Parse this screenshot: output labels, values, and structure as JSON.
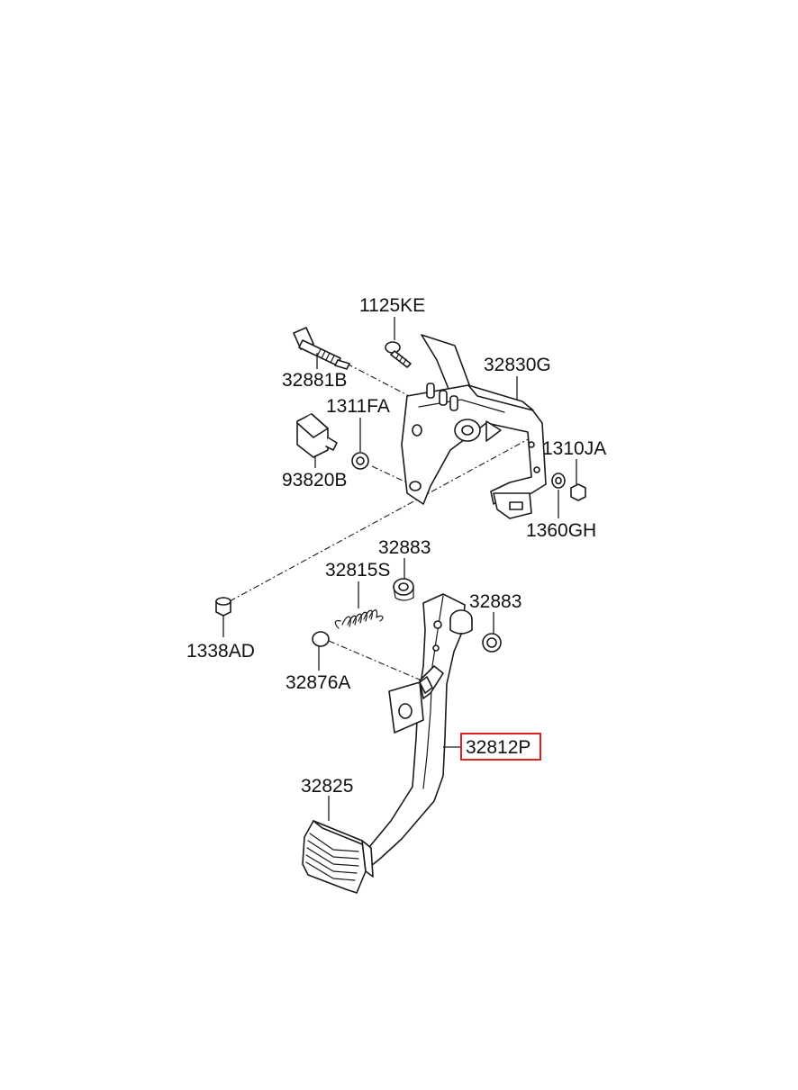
{
  "labels": {
    "l_1125KE": "1125KE",
    "l_32881B": "32881B",
    "l_32830G": "32830G",
    "l_1311FA": "1311FA",
    "l_1310JA": "1310JA",
    "l_93820B": "93820B",
    "l_1360GH": "1360GH",
    "l_32883a": "32883",
    "l_32815S": "32815S",
    "l_32883b": "32883",
    "l_1338AD": "1338AD",
    "l_32876A": "32876A",
    "l_32812P": "32812P",
    "l_32825": "32825"
  },
  "highlight": {
    "part": "32812P",
    "color": "#e02020"
  }
}
